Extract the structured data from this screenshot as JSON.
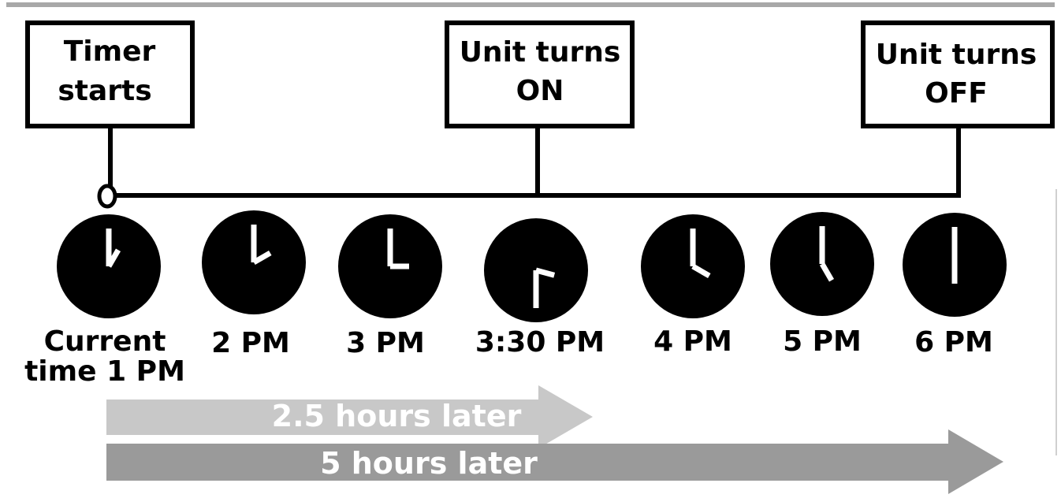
{
  "events": [
    {
      "line1": "Timer",
      "line2": "starts"
    },
    {
      "line1": "Unit turns",
      "line2": "ON"
    },
    {
      "line1": "Unit turns",
      "line2": "OFF"
    }
  ],
  "clocks": [
    {
      "line1": "Current",
      "line2": "time 1 PM",
      "hour": 1,
      "minute": 0
    },
    {
      "line1": "",
      "line2": "2 PM",
      "hour": 2,
      "minute": 0
    },
    {
      "line1": "",
      "line2": "3 PM",
      "hour": 3,
      "minute": 0
    },
    {
      "line1": "",
      "line2": "3:30 PM",
      "hour": 3,
      "minute": 30
    },
    {
      "line1": "",
      "line2": "4 PM",
      "hour": 4,
      "minute": 0
    },
    {
      "line1": "",
      "line2": "5 PM",
      "hour": 5,
      "minute": 0
    },
    {
      "line1": "",
      "line2": "6 PM",
      "hour": 6,
      "minute": 0
    }
  ],
  "durations": [
    {
      "label": "2.5 hours later",
      "color": "#c8c8c8"
    },
    {
      "label": "5 hours later",
      "color": "#9a9a9a"
    }
  ],
  "colors": {
    "line": "#000000",
    "clock_face": "#000000",
    "clock_hands": "#ffffff",
    "top_rule": "#a8a8a8"
  }
}
